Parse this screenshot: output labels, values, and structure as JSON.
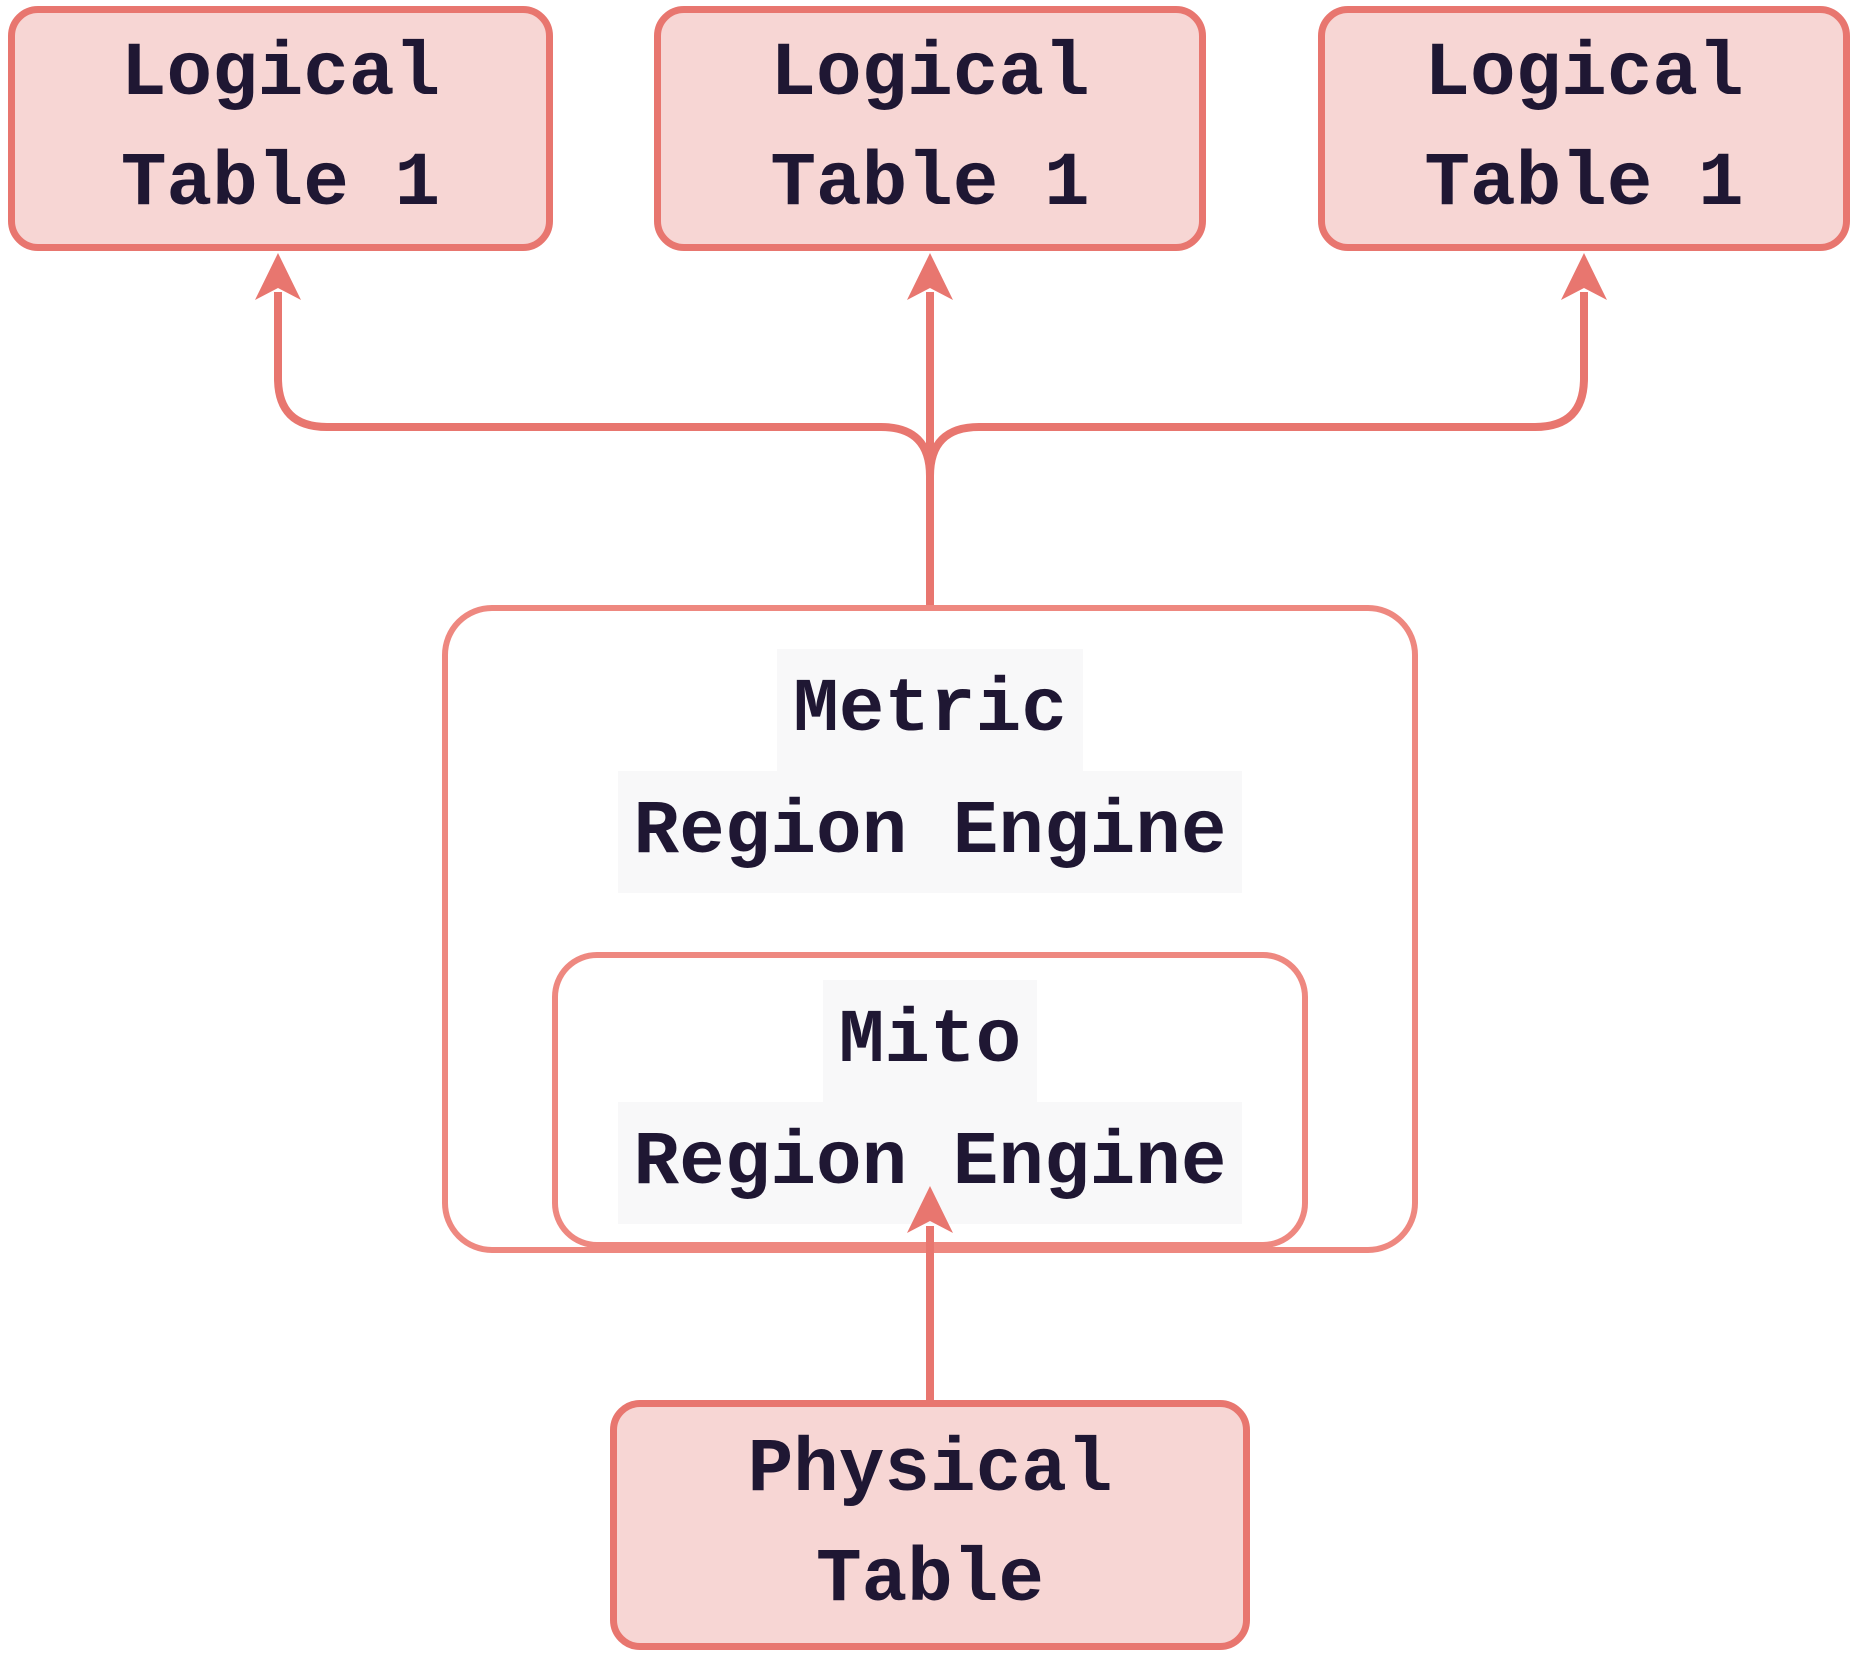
{
  "nodes": {
    "logical_table_a": {
      "lines": [
        "Logical",
        "Table 1"
      ]
    },
    "logical_table_b": {
      "lines": [
        "Logical",
        "Table 1"
      ]
    },
    "logical_table_c": {
      "lines": [
        "Logical",
        "Table 1"
      ]
    },
    "metric_region_engine": {
      "lines": [
        "Metric",
        "Region Engine"
      ]
    },
    "mito_region_engine": {
      "lines": [
        "Mito",
        "Region Engine"
      ]
    },
    "physical_table": {
      "lines": [
        "Physical",
        "Table"
      ]
    }
  },
  "edges": [
    {
      "from": "metric_region_engine",
      "to": "logical_table_a",
      "direction": "up"
    },
    {
      "from": "metric_region_engine",
      "to": "logical_table_b",
      "direction": "up"
    },
    {
      "from": "metric_region_engine",
      "to": "logical_table_c",
      "direction": "up"
    },
    {
      "from": "physical_table",
      "to": "mito_region_engine",
      "direction": "up"
    }
  ],
  "colors": {
    "background": "#ffffff",
    "pink_node_fill": "#f7d6d4",
    "pink_node_border": "#e8766f",
    "engine_node_border": "#ee8880",
    "edge_stroke": "#e8766f",
    "arrowhead_fill": "#e8766f",
    "text": "#1f1733",
    "label_band": "#f8f8f9"
  }
}
